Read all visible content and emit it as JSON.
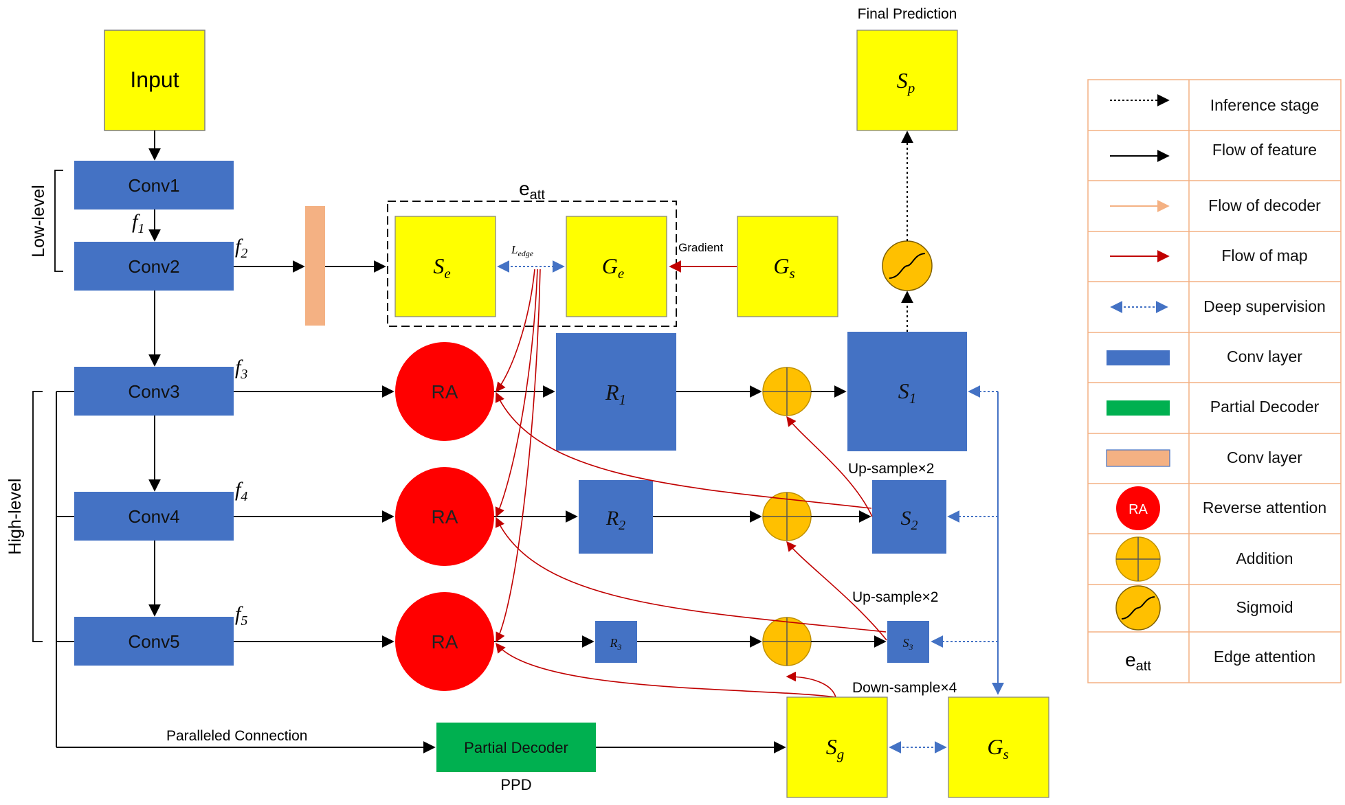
{
  "title": "Final Prediction",
  "input_label": "Input",
  "conv_blocks": [
    "Conv1",
    "Conv2",
    "Conv3",
    "Conv4",
    "Conv5"
  ],
  "features": {
    "f1": "f",
    "f1_sub": "1",
    "f2": "f",
    "f2_sub": "2",
    "f3": "f",
    "f3_sub": "3",
    "f4": "f",
    "f4_sub": "4",
    "f5": "f",
    "f5_sub": "5"
  },
  "level_labels": {
    "low": "Low-level",
    "high": "High-level"
  },
  "edge_attention": {
    "label": "e",
    "label_sub": "att",
    "se": "S",
    "se_sub": "e",
    "ge": "G",
    "ge_sub": "e",
    "loss": "L",
    "loss_sub": "edge",
    "gradient": "Gradient",
    "gs": "G",
    "gs_sub": "s"
  },
  "ra_label": "RA",
  "r_blocks": [
    {
      "main": "R",
      "sub": "1"
    },
    {
      "main": "R",
      "sub": "2"
    },
    {
      "main": "R",
      "sub": "3"
    }
  ],
  "s_blocks": [
    {
      "main": "S",
      "sub": "1"
    },
    {
      "main": "S",
      "sub": "2"
    },
    {
      "main": "S",
      "sub": "3"
    }
  ],
  "sp": {
    "main": "S",
    "sub": "p"
  },
  "sampling_labels": [
    "Up-sample×2",
    "Up-sample×2",
    "Down-sample×4"
  ],
  "paralleled_connection": "Paralleled Connection",
  "partial_decoder": "Partial Decoder",
  "ppd": "PPD",
  "sg": {
    "main": "S",
    "sub": "g"
  },
  "gs_bottom": {
    "main": "G",
    "sub": "s"
  },
  "legend": {
    "items": [
      {
        "symbol": "dotted-arrow-icon",
        "label": "Inference stage"
      },
      {
        "symbol": "black-arrow-icon",
        "label": "Flow of feature"
      },
      {
        "symbol": "peach-arrow-icon",
        "label": "Flow of decoder"
      },
      {
        "symbol": "red-arrow-icon",
        "label": "Flow of map"
      },
      {
        "symbol": "blue-dotted-double-arrow-icon",
        "label": "Deep supervision"
      },
      {
        "symbol": "blue-rect-icon",
        "label": "Conv layer"
      },
      {
        "symbol": "green-rect-icon",
        "label": "Partial Decoder"
      },
      {
        "symbol": "peach-rect-icon",
        "label": "Conv layer"
      },
      {
        "symbol": "ra-circle-icon",
        "label": "Reverse attention"
      },
      {
        "symbol": "addition-icon",
        "label": "Addition"
      },
      {
        "symbol": "sigmoid-icon",
        "label": "Sigmoid"
      },
      {
        "symbol": "eatt-text",
        "label": "Edge attention"
      }
    ],
    "ra_symbol": "RA",
    "eatt_symbol": "e",
    "eatt_symbol_sub": "att"
  },
  "colors": {
    "yellow": "#FFFF00",
    "blue": "#4472C4",
    "red": "#FF0000",
    "orange": "#FFC000",
    "green": "#00B050",
    "peach": "#F4B183",
    "dark_red": "#B22222",
    "arrow_blue": "#4472C4",
    "legend_border": "#F4B183"
  }
}
